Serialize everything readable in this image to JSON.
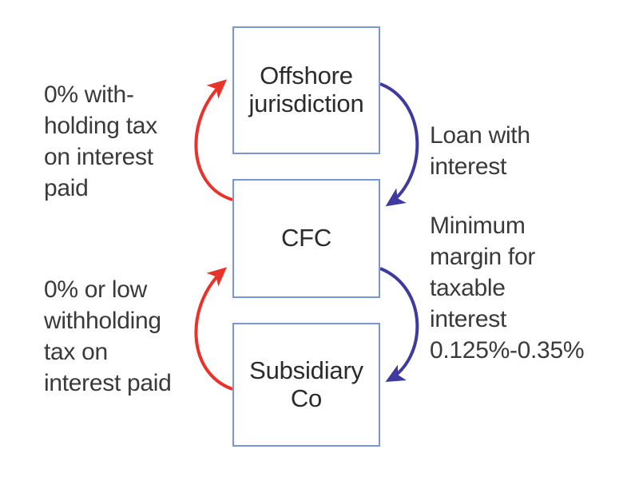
{
  "diagram": {
    "title_visible": false,
    "background_color": "#ffffff",
    "colors": {
      "box_border": "#7b96d4",
      "box_fill": "#ffffff",
      "inbound_arrow": "#e8322a",
      "outbound_arrow": "#3f3a9e",
      "text": "#3a3a3a"
    },
    "nodes": [
      {
        "id": "offshore",
        "label": "Offshore\njurisdiction",
        "name": "offshore-jurisdiction-box"
      },
      {
        "id": "cfc",
        "label": "CFC",
        "name": "cfc-box"
      },
      {
        "id": "subsidiary",
        "label": "Subsidiary\nCo",
        "name": "subsidiary-co-box"
      }
    ],
    "annotations": {
      "left_top": "0% with-\nholding tax\non interest\npaid",
      "left_bottom": "0% or low\nwithholding\ntax on\ninterest paid",
      "right_top": "Loan with\ninterest",
      "right_bottom": "Minimum\nmargin for\ntaxable\ninterest\n0.125%-0.35%"
    },
    "edges": [
      {
        "id": "interest-cfc-to-offshore",
        "from": "cfc",
        "to": "offshore",
        "color": "#e8322a",
        "side": "left",
        "label_ref": "left_top"
      },
      {
        "id": "interest-subsidiary-to-cfc",
        "from": "subsidiary",
        "to": "cfc",
        "color": "#e8322a",
        "side": "left",
        "label_ref": "left_bottom"
      },
      {
        "id": "loan-offshore-to-cfc",
        "from": "offshore",
        "to": "cfc",
        "color": "#3f3a9e",
        "side": "right",
        "label_ref": "right_top"
      },
      {
        "id": "loan-cfc-to-subsidiary",
        "from": "cfc",
        "to": "subsidiary",
        "color": "#3f3a9e",
        "side": "right",
        "label_ref": "right_bottom"
      }
    ]
  }
}
